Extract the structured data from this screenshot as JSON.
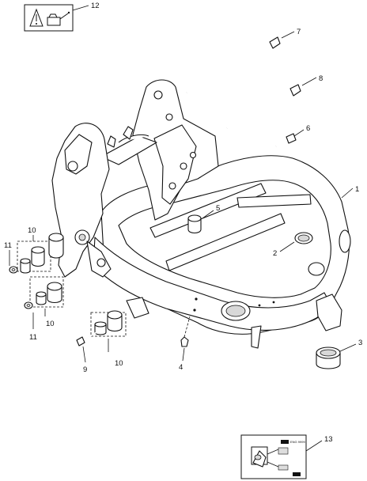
{
  "callouts": {
    "c1": "1",
    "c2": "2",
    "c3": "3",
    "c4": "4",
    "c5": "5",
    "c6": "6",
    "c7": "7",
    "c8": "8",
    "c9": "9",
    "c10a": "10",
    "c10b": "10",
    "c10c": "10",
    "c11a": "11",
    "c11b": "11",
    "c12": "12",
    "c13": "13"
  },
  "icons": {
    "warning": "warning-triangle-icon",
    "oil_can": "oil-can-icon",
    "label_sheet": "label-sheet-icon"
  }
}
